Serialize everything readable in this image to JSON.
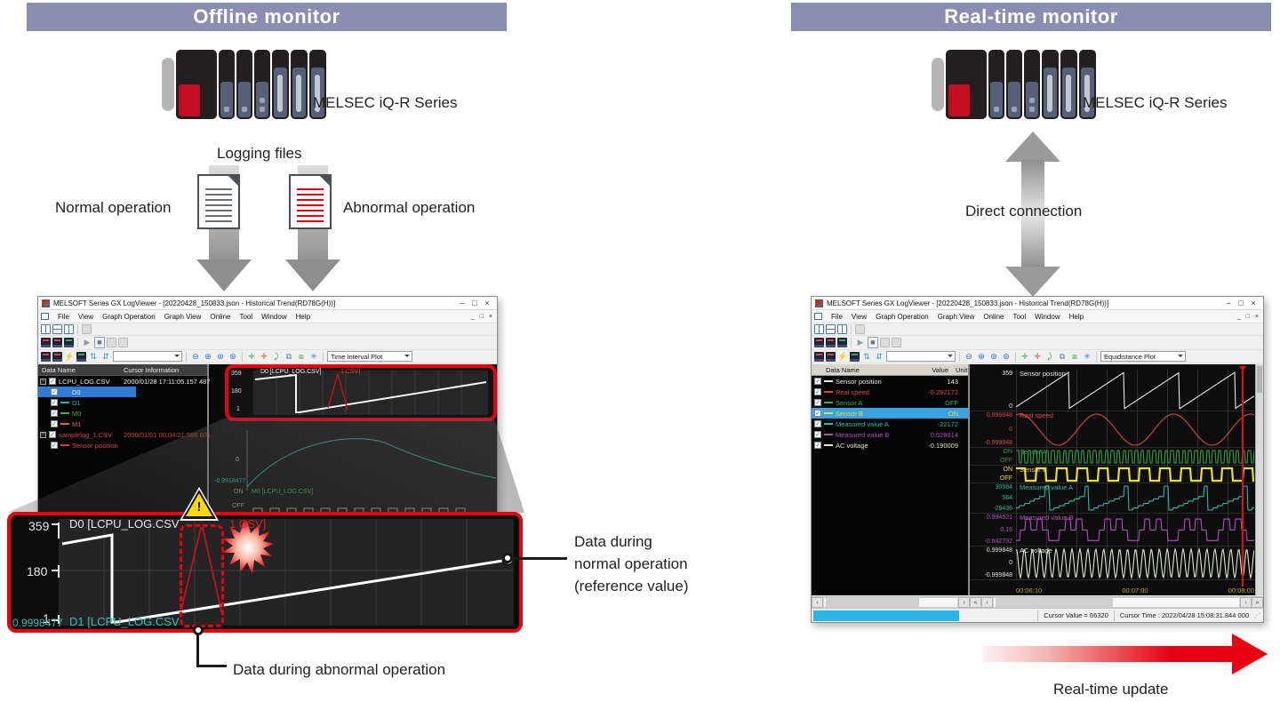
{
  "offline": {
    "header": "Offline monitor",
    "plc_label": "MELSEC iQ-R Series",
    "logging_files": "Logging files",
    "normal_operation": "Normal operation",
    "abnormal_operation": "Abnormal operation",
    "window": {
      "title": "MELSOFT Series GX LogViewer - [20220428_150833.json - Historical Trend(RD78G(H))]",
      "menus": [
        "File",
        "View",
        "Graph Operation",
        "Graph View",
        "Online",
        "Tool",
        "Window",
        "Help"
      ],
      "mdi_controls": "_ □ ×",
      "titlebar_controls": {
        "minimize": "–",
        "maximize": "□",
        "close": "×"
      },
      "plot_mode": "Time Interval Plot",
      "columns": [
        "Data Name",
        "Cursor Information"
      ],
      "tree": [
        {
          "group": true,
          "name": "LCPU_LOG.CSV",
          "cursor": "2000/01/28 17:11:05.157 487 9",
          "color": "#f0f0f0",
          "selected": false
        },
        {
          "group": false,
          "name": "D0",
          "cursor": "",
          "color": "#f0f0f0",
          "selected": true
        },
        {
          "group": false,
          "name": "D1",
          "cursor": "",
          "color": "#2fb3a8",
          "selected": false
        },
        {
          "group": false,
          "name": "M0",
          "cursor": "",
          "color": "#3fae49",
          "selected": false
        },
        {
          "group": false,
          "name": "M1",
          "cursor": "",
          "color": "#c8703c",
          "selected": false
        },
        {
          "group": true,
          "name": "samplelog_1.CSV",
          "cursor": "2000/01/01 00:04:21.586 601 3",
          "color": "#d6423c",
          "selected": false
        },
        {
          "group": false,
          "name": "Sensor position",
          "cursor": "",
          "color": "#d6423c",
          "selected": false
        }
      ],
      "mini_chart": {
        "y_labels": [
          "359",
          "180",
          "1"
        ],
        "series_label": "D0 [LCPU_LOG.CSV]",
        "red_label": "1.CSV]"
      },
      "sub_chart": {
        "zero": "0",
        "min": "-0.9918477",
        "on": "ON",
        "off": "OFF",
        "m0_label": "M0 [LCPU_LOG.CSV]"
      }
    },
    "callout": {
      "y_labels": [
        "359",
        "180",
        "1"
      ],
      "bottom_value": "0.9998477",
      "top_series": "D0 [LCPU_LOG.CSV",
      "red_fragment": "1.CSV]",
      "bottom_series": "D1 [LCPU_LOG.CSV",
      "warning_mark": "!",
      "abnormal_note": "Data during abnormal operation",
      "normal_note_lines": [
        "Data during",
        "normal operation",
        "(reference value)"
      ]
    }
  },
  "realtime": {
    "header": "Real-time monitor",
    "plc_label": "MELSEC iQ-R Series",
    "direct_connection": "Direct connection",
    "realtime_update": "Real-time update",
    "window": {
      "title": "MELSOFT Series GX LogViewer - [20220428_150833.json - Historical Trend(RD78G(H))]",
      "menus": [
        "File",
        "View",
        "Graph Operation",
        "Graph View",
        "Online",
        "Tool",
        "Window",
        "Help"
      ],
      "mdi_controls": "_ □ ×",
      "titlebar_controls": {
        "minimize": "–",
        "maximize": "□",
        "close": "×"
      },
      "plot_mode": "Equidistance Plot",
      "table": {
        "columns": [
          "Data Name",
          "Value",
          "Unit"
        ],
        "rows": [
          {
            "name": "Sensor position",
            "value": "143",
            "color": "#e8e8e8",
            "selected": false
          },
          {
            "name": "Real speed",
            "value": "-0.292172",
            "color": "#d84840",
            "selected": false
          },
          {
            "name": "Sensor A",
            "value": "OFF",
            "color": "#3fae49",
            "selected": false
          },
          {
            "name": "Sensor B",
            "value": "ON",
            "color": "#e6df2e",
            "selected": true
          },
          {
            "name": "Measured value A",
            "value": "-22172",
            "color": "#2fb8a5",
            "selected": false
          },
          {
            "name": "Measured value B",
            "value": "0.529914",
            "color": "#b44fc0",
            "selected": false
          },
          {
            "name": "AC voltage",
            "value": "-0.190009",
            "color": "#dde8cf",
            "selected": false
          }
        ]
      },
      "strips": [
        {
          "name": "Sensor position",
          "color": "#e8e8e8",
          "labels": [
            "359",
            "0"
          ],
          "wave": "sawtooth",
          "cycles": 4.3
        },
        {
          "name": "Real speed",
          "color": "#d84840",
          "labels": [
            "0.999848",
            "0",
            "-0.999848"
          ],
          "wave": "sine",
          "cycles": 3.1
        },
        {
          "name": "Sensor A",
          "color": "#2f9e45",
          "labels": [
            "ON",
            "OFF"
          ],
          "wave": "square",
          "cycles": 40
        },
        {
          "name": "Sensor B",
          "color": "#e6df2e",
          "labels": [
            "ON",
            "OFF"
          ],
          "wave": "square",
          "cycles": 11.5,
          "thick": true
        },
        {
          "name": "Measured value A",
          "color": "#2fb8a5",
          "labels": [
            "30564",
            "564",
            "-29436"
          ],
          "wave": "stairs",
          "cycles": 6
        },
        {
          "name": "Measured value B",
          "color": "#b44fc0",
          "labels": [
            "0.994521",
            "0.16",
            "-0.642792"
          ],
          "wave": "steps",
          "cycles": 6
        },
        {
          "name": "AC voltage",
          "color": "#dde8cf",
          "labels": [
            "0.999848",
            "0",
            "-0.999848"
          ],
          "wave": "sine",
          "cycles": 30
        }
      ],
      "x_labels": [
        "00:06:10",
        "00:07:00",
        "00:08:00"
      ],
      "status": {
        "cursor_value": "Cursor Value = 66320",
        "cursor_time": "Cursor Time : 2022/04/28 15:08:31.844 000"
      }
    }
  }
}
